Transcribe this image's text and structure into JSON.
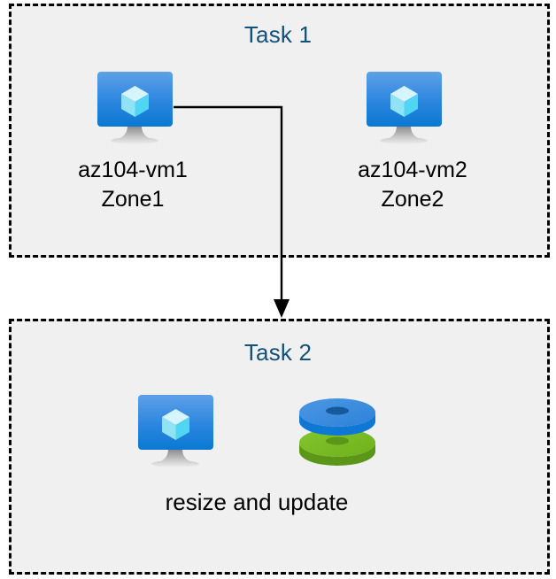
{
  "diagram": {
    "title_color": "#13517C",
    "box_fill": "#F0F0F0",
    "border_color": "#000000",
    "canvas_background": "#FFFFFF",
    "accent_blue": "#0F78D4",
    "accent_green": "#76BC21"
  },
  "task1": {
    "title": "Task 1",
    "nodes": [
      {
        "icon": "azure-virtual-machine-icon",
        "label": "az104-vm1\nZone1",
        "name": "az104-vm1",
        "zone": "Zone1"
      },
      {
        "icon": "azure-virtual-machine-icon",
        "label": "az104-vm2\nZone2",
        "name": "az104-vm2",
        "zone": "Zone2"
      }
    ]
  },
  "task2": {
    "title": "Task 2",
    "caption": "resize and update",
    "icons": [
      {
        "icon": "azure-virtual-machine-icon"
      },
      {
        "icon": "azure-disks-icon"
      }
    ]
  },
  "connector": {
    "from": "az104-vm1",
    "to": "task2",
    "arrow": "down-arrow"
  }
}
